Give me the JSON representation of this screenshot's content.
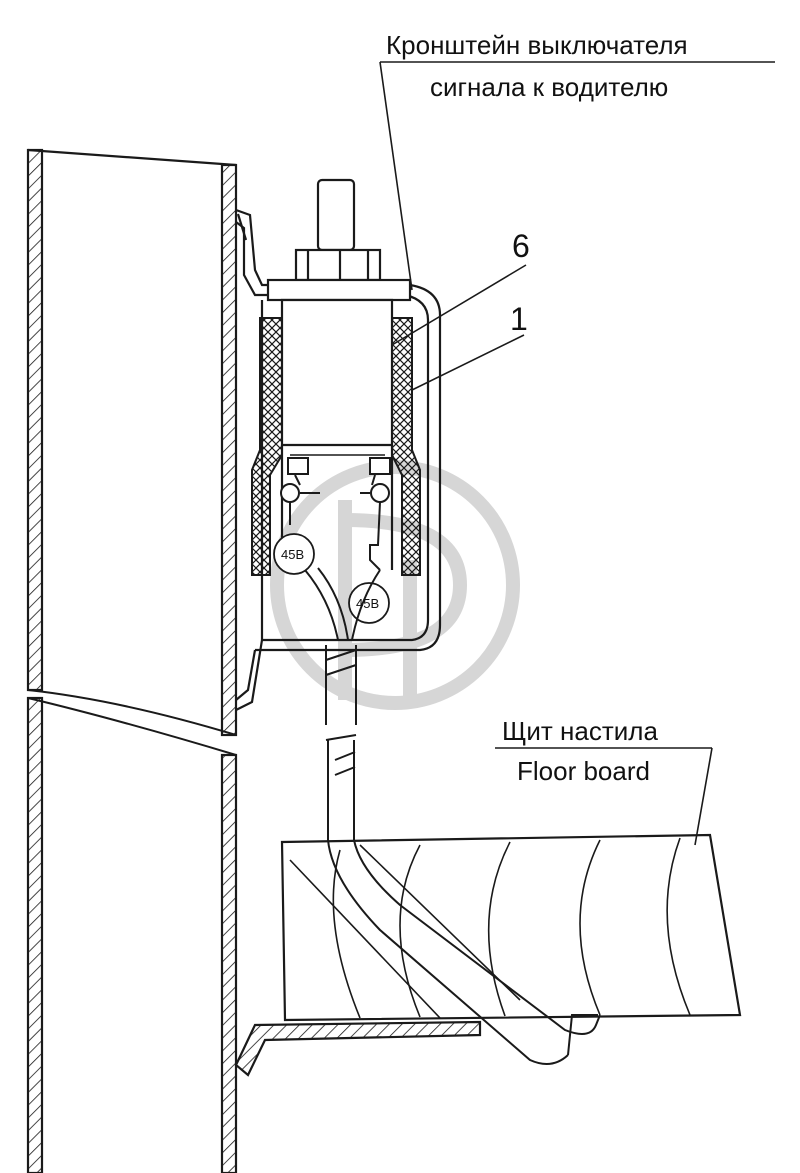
{
  "labels": {
    "bracket_line1": "Кронштейн выключателя",
    "bracket_line2": "сигнала к водителю",
    "callout_6": "6",
    "callout_1": "1",
    "floor_ru": "Щит настила",
    "floor_en": "Floor board",
    "wire_tag_1": "45В",
    "wire_tag_2": "45В"
  },
  "colors": {
    "line": "#1a1a1a",
    "watermark": "#d6d6d6",
    "background": "#ffffff"
  }
}
